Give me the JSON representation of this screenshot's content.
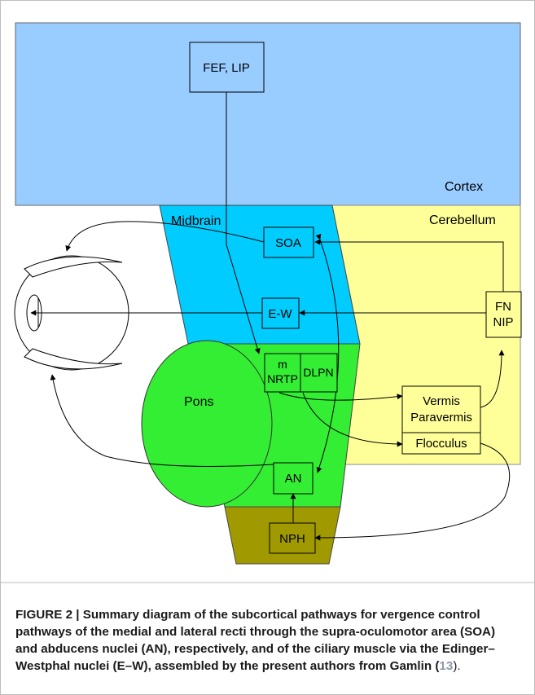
{
  "figure": {
    "regions": {
      "cortex": "Cortex",
      "midbrain": "Midbrain",
      "cerebellum": "Cerebellum",
      "pons": "Pons"
    },
    "nodes": {
      "fef_lip": "FEF,  LIP",
      "soa": "SOA",
      "ew": "E-W",
      "fn": "FN",
      "nip": "NIP",
      "m": "m",
      "nrtp": "NRTP",
      "dlpn": "DLPN",
      "vermis": "Vermis",
      "paravermis": "Paravermis",
      "flocculus": "Flocculus",
      "an": "AN",
      "nph": "NPH"
    },
    "colors": {
      "cortex": "#99ccff",
      "midbrain": "#00ccff",
      "cerebellum": "#ffff99",
      "pons": "#33ee33",
      "medulla": "#a09a00"
    }
  },
  "caption": {
    "text": "FIGURE 2 | Summary diagram of the subcortical pathways for vergence control pathways of the medial and lateral recti through the supra-oculomotor area (SOA) and abducens nuclei (AN), respectively, and of the ciliary muscle via the Edinger–Westphal nuclei (E–W), assembled by the present authors from Gamlin (",
    "ref": "13",
    "tail": ")."
  }
}
